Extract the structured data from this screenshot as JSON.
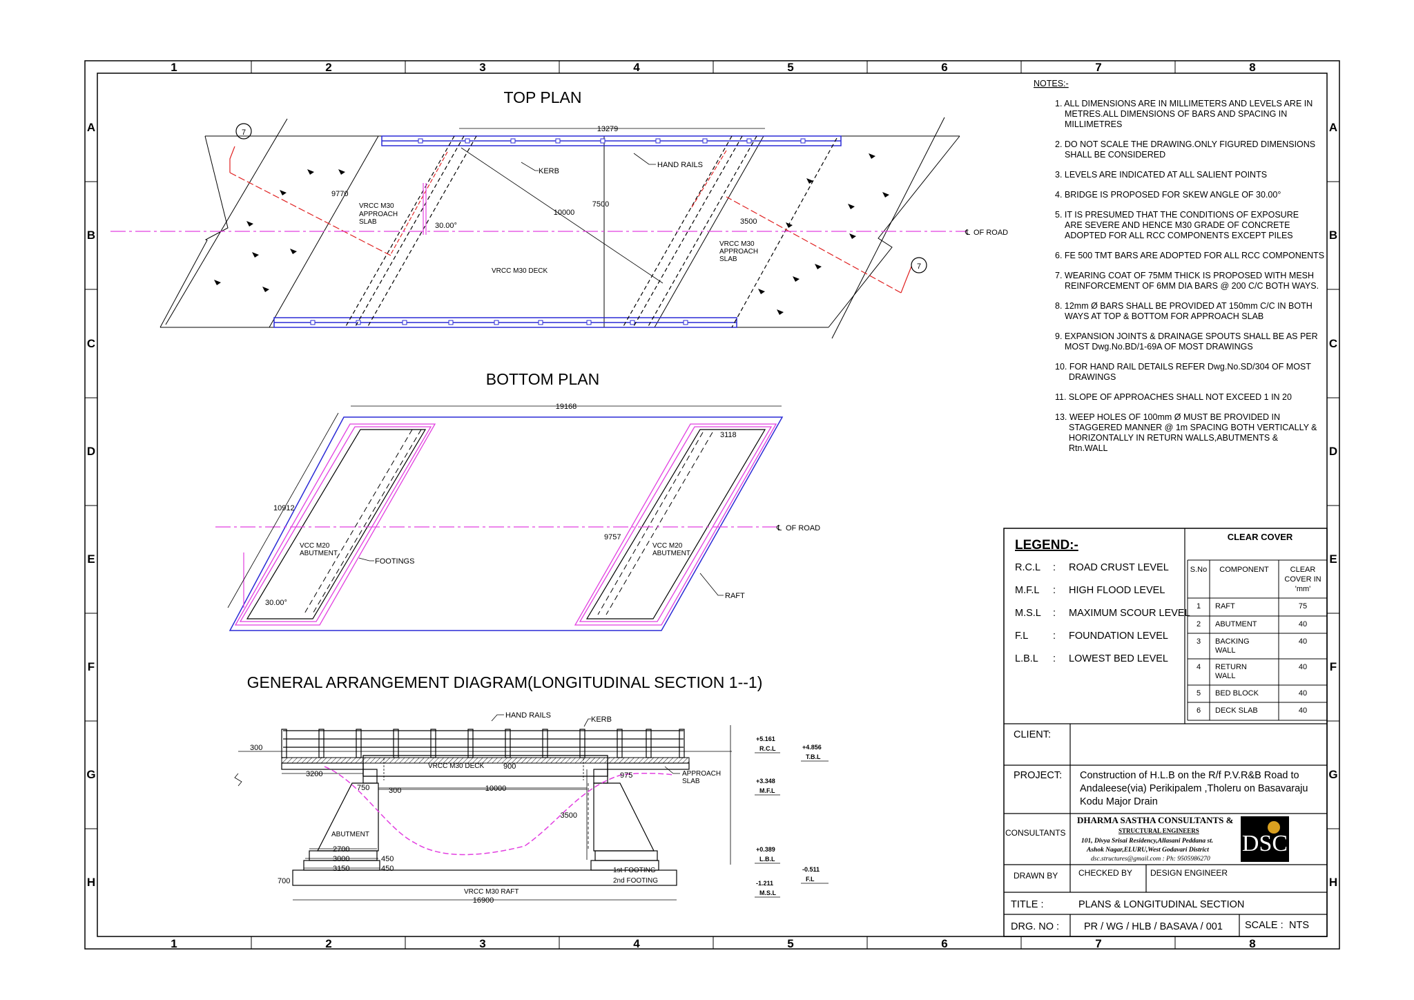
{
  "sheet": {
    "grid_columns": [
      "1",
      "2",
      "3",
      "4",
      "5",
      "6",
      "7",
      "8"
    ],
    "grid_rows": [
      "A",
      "B",
      "C",
      "D",
      "E",
      "F",
      "G",
      "H"
    ]
  },
  "top_plan": {
    "title": "TOP PLAN",
    "dim_length": "13279",
    "dim_skew_length": "9770",
    "dim_diag": "10000",
    "dim_width": "7500",
    "dim_approach": "3500",
    "skew_angle": "30.00°",
    "kerb": "KERB",
    "hand_rails": "HAND RAILS",
    "approach_slab_left": [
      "VRCC M30",
      "APPROACH",
      "SLAB"
    ],
    "approach_slab_right": [
      "VRCC M30",
      "APPROACH",
      "SLAB"
    ],
    "deck": "VRCC M30 DECK",
    "centre_line": "OF ROAD",
    "centre_line_symbol": "℄",
    "section_mark": "7"
  },
  "bottom_plan": {
    "title": "BOTTOM PLAN",
    "dim_length": "19168",
    "dim_skew": "10912",
    "dim_abut_width": "3118",
    "dim_abut_len": "9757",
    "abutment_left": [
      "VCC M20",
      "ABUTMENT"
    ],
    "abutment_right": [
      "VCC M20",
      "ABUTMENT"
    ],
    "footings": "FOOTINGS",
    "raft": "RAFT",
    "skew_angle": "30.00°",
    "centre_line": "OF ROAD",
    "centre_line_symbol": "℄"
  },
  "section": {
    "title": "GENERAL ARRANGEMENT DIAGRAM(LONGITUDINAL SECTION 1--1)",
    "hand_rails": "HAND RAILS",
    "kerb": "KERB",
    "deck": "VRCC M30 DECK",
    "approach_slab": [
      "APPROACH",
      "SLAB"
    ],
    "abutment": "ABUTMENT",
    "first_footing": "1st FOOTING",
    "second_footing": "2nd FOOTING",
    "raft": "VRCC M30 RAFT",
    "dims": {
      "d300a": "300",
      "d3200": "3200",
      "d900": "900",
      "d975": "975",
      "d750": "750",
      "d300b": "300",
      "d10000": "10000",
      "d3500": "3500",
      "d2700": "2700",
      "d3000": "3000",
      "d3150": "3150",
      "d450a": "450",
      "d450b": "450",
      "d700": "700",
      "d16900": "16900"
    },
    "levels": [
      {
        "value": "+5.161",
        "tag": "R.C.L"
      },
      {
        "value": "+4.856",
        "tag": "T.B.L"
      },
      {
        "value": "+3.348",
        "tag": "M.F.L"
      },
      {
        "value": "+0.389",
        "tag": "L.B.L"
      },
      {
        "value": "-0.511",
        "tag": "F.L"
      },
      {
        "value": "-1.211",
        "tag": "M.S.L"
      }
    ]
  },
  "notes": {
    "heading": "NOTES:-",
    "items": [
      [
        "1. ALL DIMENSIONS ARE IN MILLIMETERS AND LEVELS ARE IN",
        "METRES.ALL DIMENSIONS OF BARS AND SPACING IN",
        "MILLIMETRES"
      ],
      [
        "2. DO NOT SCALE THE DRAWING.ONLY FIGURED DIMENSIONS",
        "SHALL BE CONSIDERED"
      ],
      [
        "3. LEVELS ARE INDICATED AT ALL SALIENT POINTS"
      ],
      [
        "4. BRIDGE IS PROPOSED FOR SKEW ANGLE OF 30.00°"
      ],
      [
        "5. IT IS PRESUMED THAT THE CONDITIONS OF EXPOSURE",
        "ARE SEVERE AND HENCE M30 GRADE OF CONCRETE",
        "ADOPTED FOR ALL RCC COMPONENTS EXCEPT PILES"
      ],
      [
        "6. FE 500 TMT BARS ARE ADOPTED FOR ALL RCC COMPONENTS"
      ],
      [
        "7. WEARING COAT OF 75MM THICK IS PROPOSED WITH MESH",
        "REINFORCEMENT OF 6MM DIA BARS @ 200 C/C BOTH WAYS."
      ],
      [
        "8. 12mm Ø BARS SHALL BE PROVIDED AT 150mm C/C IN BOTH",
        "WAYS AT TOP & BOTTOM FOR APPROACH SLAB"
      ],
      [
        "9. EXPANSION JOINTS & DRAINAGE SPOUTS SHALL BE AS PER",
        "MOST Dwg.No.BD/1-69A OF MOST DRAWINGS"
      ],
      [
        "10. FOR HAND RAIL DETAILS REFER Dwg.No.SD/304 OF MOST",
        "DRAWINGS"
      ],
      [
        "11. SLOPE OF APPROACHES SHALL NOT EXCEED 1 IN 20"
      ],
      [
        "13. WEEP HOLES OF 100mm Ø MUST BE PROVIDED IN",
        "STAGGERED MANNER @ 1m SPACING BOTH VERTICALLY &",
        "HORIZONTALLY IN RETURN WALLS,ABUTMENTS &",
        "Rtn.WALL"
      ]
    ]
  },
  "legend": {
    "heading": "LEGEND:-",
    "items": [
      {
        "abbr": "R.C.L",
        "sep": ":",
        "desc": "ROAD CRUST LEVEL"
      },
      {
        "abbr": "M.F.L",
        "sep": ":",
        "desc": "HIGH FLOOD LEVEL"
      },
      {
        "abbr": "M.S.L",
        "sep": ":",
        "desc": "MAXIMUM SCOUR LEVEL"
      },
      {
        "abbr": "F.L",
        "sep": ":",
        "desc": "FOUNDATION LEVEL"
      },
      {
        "abbr": "L.B.L",
        "sep": ":",
        "desc": "LOWEST BED LEVEL"
      }
    ]
  },
  "clear_cover": {
    "heading": "CLEAR COVER",
    "columns": [
      "S.No",
      "COMPONENT",
      [
        "CLEAR",
        "COVER IN",
        "'mm'"
      ]
    ],
    "rows": [
      {
        "sno": "1",
        "component": [
          "RAFT"
        ],
        "cover": "75"
      },
      {
        "sno": "2",
        "component": [
          "ABUTMENT"
        ],
        "cover": "40"
      },
      {
        "sno": "3",
        "component": [
          "BACKING",
          "WALL"
        ],
        "cover": "40"
      },
      {
        "sno": "4",
        "component": [
          "RETURN",
          "WALL"
        ],
        "cover": "40"
      },
      {
        "sno": "5",
        "component": [
          "BED BLOCK"
        ],
        "cover": "40"
      },
      {
        "sno": "6",
        "component": [
          "DECK SLAB"
        ],
        "cover": "40"
      }
    ]
  },
  "title_block": {
    "client_label": "CLIENT:",
    "client_value": "",
    "project_label": "PROJECT:",
    "project_lines": [
      "Construction of H.L.B on the R/f P.V.R&B Road to",
      "Andaleese(via) Perikipalem ,Tholeru on Basavaraju",
      "Kodu Major Drain"
    ],
    "consultants_label": "CONSULTANTS",
    "firm_name": "DHARMA SASTHA CONSULTANTS &",
    "firm_sub": "STRUCTURAL ENGINEERS",
    "firm_address": [
      "101, Divya Srisai Residency,Allasani Peddana st.",
      "Ashok Nagar,ELURU,West Godavari District",
      "dsc.structures@gmail.com : Ph: 9505986270"
    ],
    "logo_text": "DSC",
    "drawn_by": "DRAWN BY",
    "checked_by": "CHECKED BY",
    "design_engineer": "DESIGN ENGINEER",
    "title_label": "TITLE :",
    "title_value": "PLANS & LONGITUDINAL SECTION",
    "drg_label": "DRG. NO :",
    "drg_value": "PR / WG / HLB / BASAVA / 001",
    "scale_label": "SCALE :",
    "scale_value": "NTS"
  },
  "colors": {
    "line": "#000000",
    "blue": "#2a2ad6",
    "magenta": "#e23ee0",
    "red": "#e02020"
  }
}
